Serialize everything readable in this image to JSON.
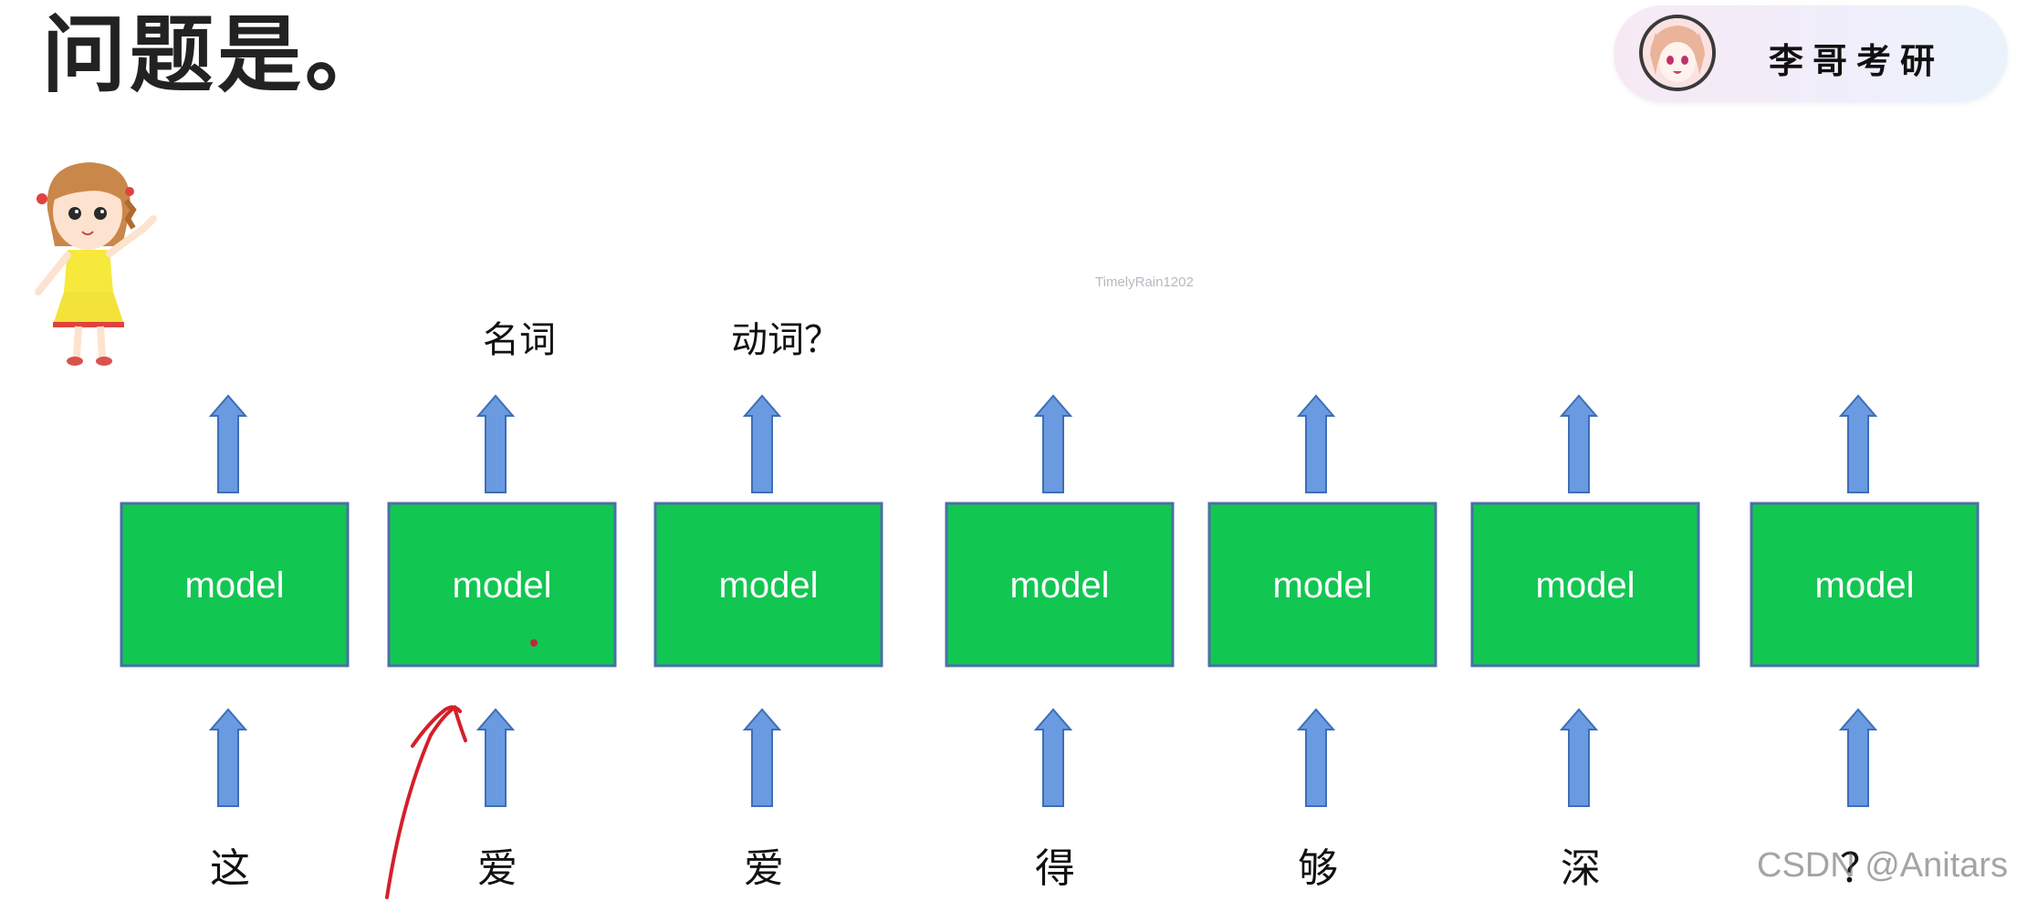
{
  "title": "问题是。",
  "badge": {
    "name": "李哥考研"
  },
  "watermark": "TimelyRain1202",
  "footer_watermark": "CSDN @Anitars",
  "colors": {
    "model_fill": "#12c652",
    "model_border": "#4a6fa5",
    "arrow_fill": "#6a9be0",
    "arrow_border": "#3d6eb8",
    "pen_stroke": "#d41f2a"
  },
  "model_label": "model",
  "columns": [
    {
      "input": "这",
      "output": ""
    },
    {
      "input": "爱",
      "output": "名词"
    },
    {
      "input": "爱",
      "output": "动词？"
    },
    {
      "input": "得",
      "output": ""
    },
    {
      "input": "够",
      "output": ""
    },
    {
      "input": "深",
      "output": ""
    },
    {
      "input": "？",
      "output": ""
    }
  ]
}
